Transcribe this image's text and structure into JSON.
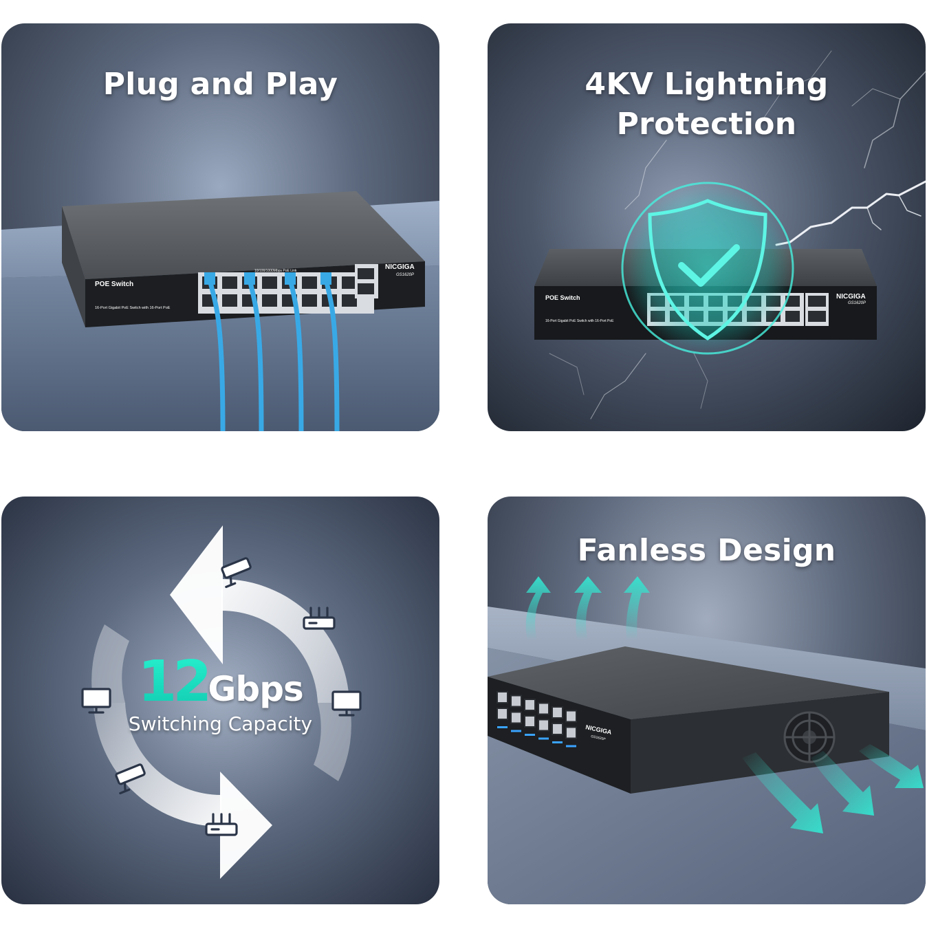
{
  "panels": {
    "plug_and_play": {
      "title": "Plug and Play",
      "device": {
        "model_label": "POE Switch",
        "brand": "NICGIGA",
        "model": "GS1620P",
        "description": "16-Port Gigabit PoE Switch with 16-Port PoE",
        "port_label": "10/100/1000Mbps PoE Link"
      },
      "cable_color": "#39a9e6"
    },
    "lightning": {
      "title_line1": "4KV Lightning",
      "title_line2": "Protection",
      "device": {
        "model_label": "POE Switch",
        "brand": "NICGIGA",
        "model": "GS1620P",
        "description": "16-Port Gigabit PoE Switch with 16-Port PoE"
      },
      "shield_color": "#2fe6d3"
    },
    "capacity": {
      "metric_value": "12",
      "metric_unit": "Gbps",
      "caption": "Switching Capacity",
      "icons": [
        "camera-icon",
        "router-icon",
        "monitor-icon",
        "monitor-icon",
        "camera-icon",
        "router-icon"
      ],
      "accent": "#1ed9c0"
    },
    "fanless": {
      "title": "Fanless Design",
      "device": {
        "brand": "NICGIGA",
        "model": "GS1620P"
      },
      "airflow_color": "#35e3cf"
    }
  }
}
